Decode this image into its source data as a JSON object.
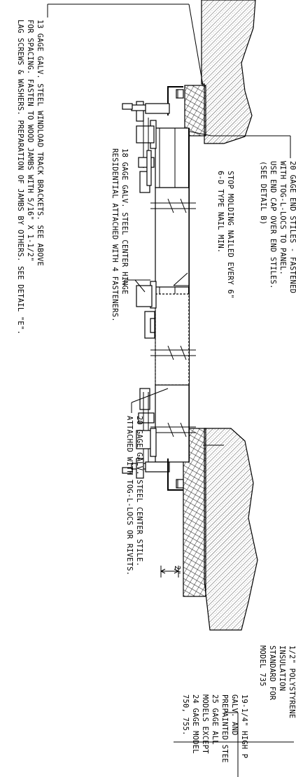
{
  "labels": {
    "lag_screws": {
      "lines": [
        "13 GAGE GALV. STEEL WINDLOAD TRACK BRACKETS. SEE ABOVE",
        "FOR SPACING. FASTEN TO WOOD JAMBS WITH 5/16\" X 1-1/2\"",
        "LAG SCREWS & WASHERS. PREPARATION OF JAMBS BY OTHERS.  SEE DETAIL \"E\"."
      ]
    },
    "center_hinge": {
      "lines": [
        "18 GAGE GALV. STEEL CENTER HINGE",
        "RESIDENTIAL ATTACHED WITH 4 FASTENERS."
      ]
    },
    "stop_molding": {
      "lines": [
        "STOP MOLDING NAILED EVERY 6\"",
        "6-D TYPE NAIL MIN."
      ]
    },
    "center_stile": {
      "lines": [
        "20 GAGE GALV. STEEL CENTER STILE.",
        "ATTACHED WITH TOG-L-LOCS OR RIVETS."
      ]
    },
    "end_stiles": {
      "lines": [
        "20 GAGE END STILES - FASTENED",
        "WITH TOG-L-LOCS TO PANEL.",
        "USE END CAP OVER END STILES.",
        "(SEE DETAIL B)"
      ]
    },
    "insulation": {
      "lines": [
        "1/2\" POLYSTYRENE",
        "INSULATION",
        "STANDARD FOR",
        "MODEL 735"
      ]
    },
    "panel": {
      "lines": [
        "19-1/4\" HIGH P",
        "GALV. AND",
        "PREPAINTED STEE",
        "25 GAGE ALL",
        "MODELS EXCEPT",
        "24 GAGE MODEL",
        "750, 755."
      ]
    },
    "dimension": "2\""
  }
}
